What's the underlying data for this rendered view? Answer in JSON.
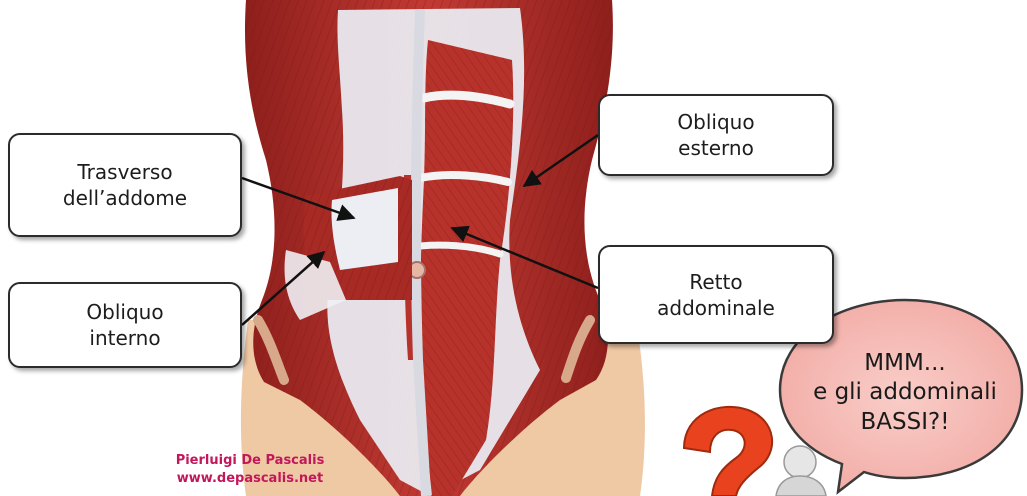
{
  "labels": {
    "trasverso": [
      "Trasverso",
      "dell’addome"
    ],
    "obliquo_interno": [
      "Obliquo",
      "interno"
    ],
    "obliquo_esterno": [
      "Obliquo",
      "esterno"
    ],
    "retto": [
      "Retto",
      "addominale"
    ]
  },
  "speech_bubble": [
    "MMM...",
    "e gli addominali",
    "BASSI?!"
  ],
  "credit": [
    "Pierluigi De Pascalis",
    "www.depascalis.net"
  ],
  "colors": {
    "muscle": "#b8322c",
    "muscle_dark": "#8e1f1c",
    "fascia": "#e9eaf0",
    "skin": "#efc8a4",
    "bubble": "#f5b9b4",
    "question_mark": "#e8431e",
    "credit": "#c2185b"
  },
  "icons": [
    "question-mark-icon",
    "thinking-figure-icon"
  ]
}
